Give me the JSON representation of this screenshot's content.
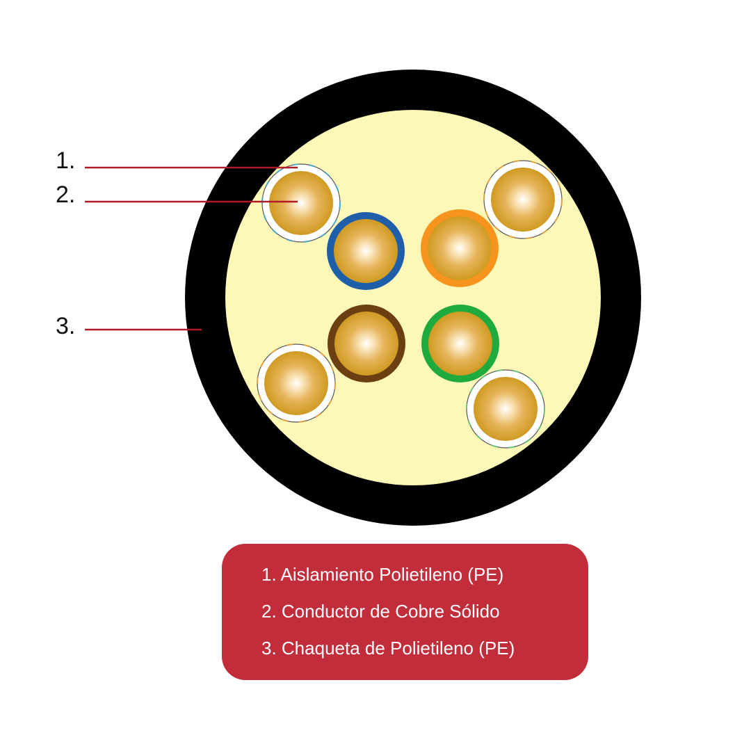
{
  "callouts": [
    {
      "label": "1."
    },
    {
      "label": "2."
    },
    {
      "label": "3."
    }
  ],
  "legend": [
    "1. Aislamiento Polietileno (PE)",
    "2. Conductor de Cobre Sólido",
    "3. Chaqueta de Polietileno (PE)"
  ],
  "colors": {
    "jacket": "#000000",
    "filler": "#fdf7b8",
    "copper": "#d8a530",
    "leader_line": "#b01a28",
    "legend_bg": "#c22d3b",
    "pair_blue": "#1f5faa",
    "pair_orange": "#f7941d",
    "pair_brown": "#6b3f12",
    "pair_green": "#1eaa3c",
    "stripe_blue": "#4aa3c8",
    "stripe_orange": "#e0a040",
    "stripe_green": "#6cc07a"
  }
}
